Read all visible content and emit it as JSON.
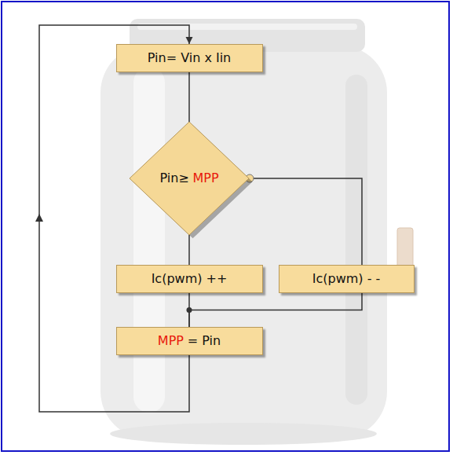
{
  "diagram": {
    "nodes": [
      {
        "text": [
          "Pin= Vin x Iin"
        ]
      },
      {
        "text": [
          "Pin≥",
          "MPP"
        ]
      },
      {
        "text": [
          "Ic(pwm) ++"
        ]
      },
      {
        "text": [
          "Ic(pwm) - -"
        ]
      },
      {
        "text": [
          "MPP",
          "= Pin"
        ]
      }
    ],
    "edges": [
      {
        "from": 0,
        "to": 1,
        "arrow": "none"
      },
      {
        "from": 1,
        "to": 2,
        "arrow": "none"
      },
      {
        "from": 1,
        "to": 3,
        "arrow": "none"
      },
      {
        "from": 2,
        "to": 4,
        "arrow": "none"
      },
      {
        "from": 3,
        "to": 4,
        "arrow": "none"
      },
      {
        "from": 4,
        "to": 0,
        "arrow": "to"
      }
    ]
  }
}
